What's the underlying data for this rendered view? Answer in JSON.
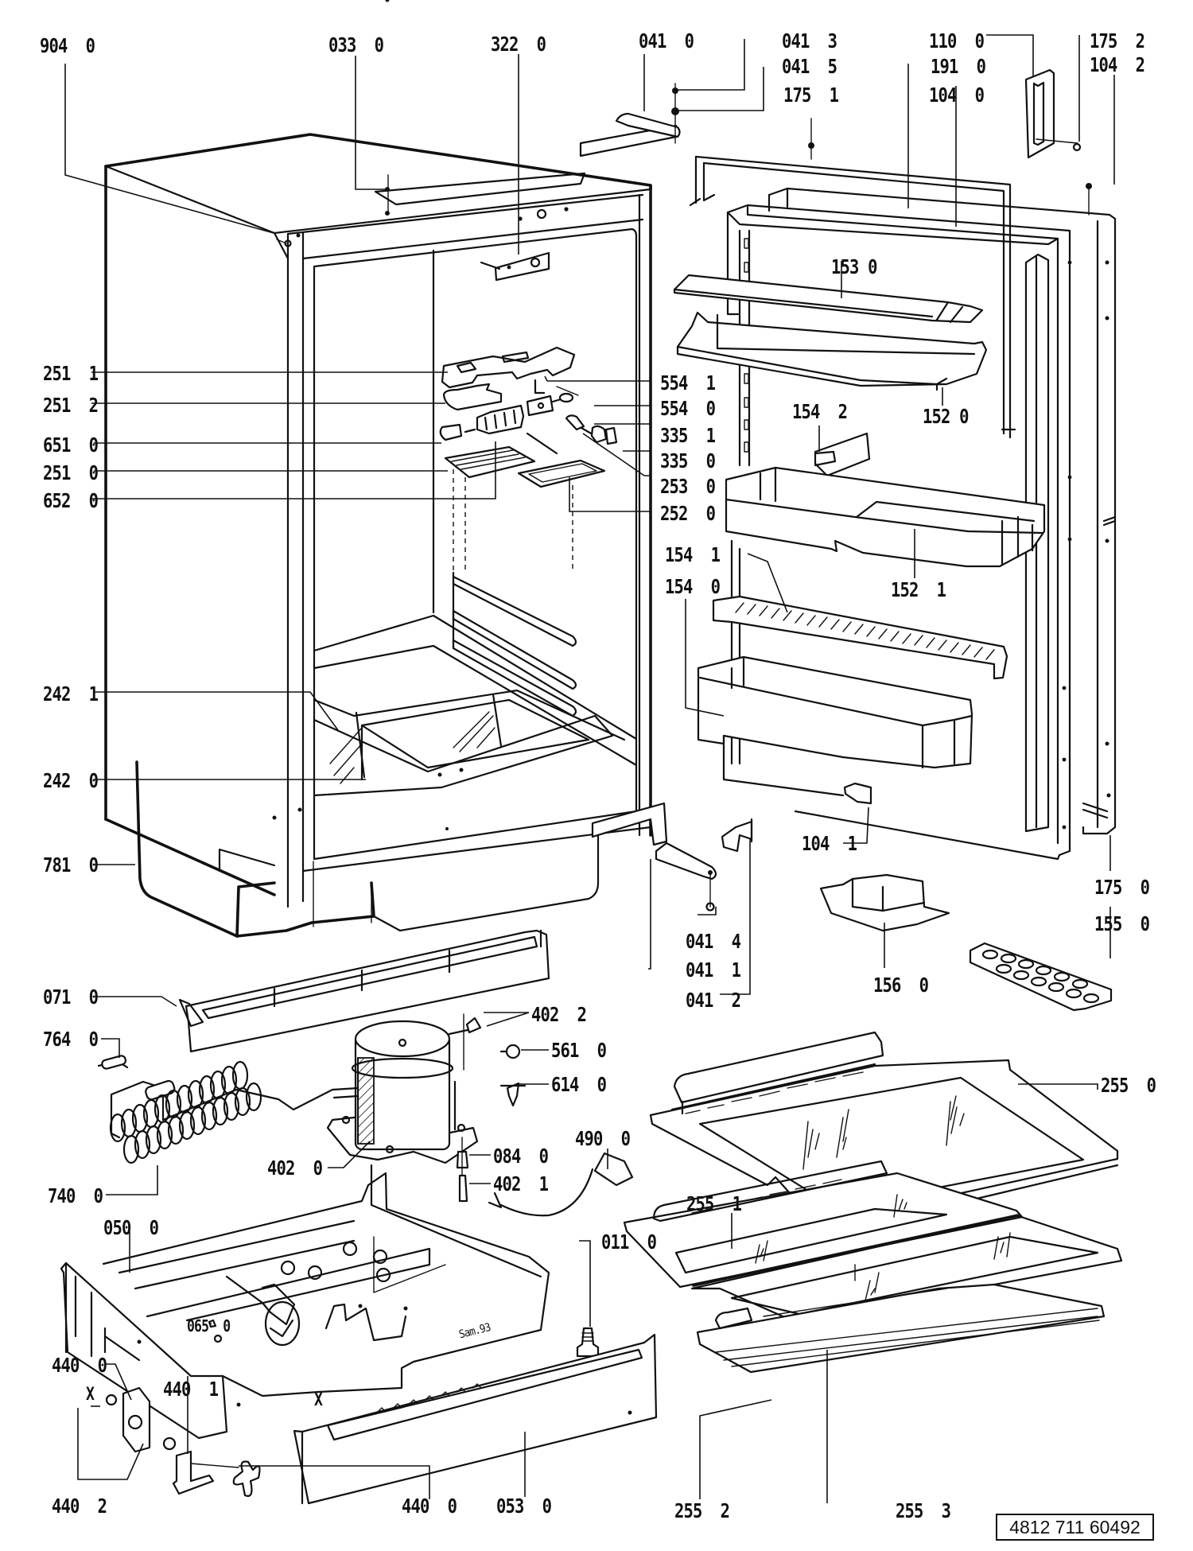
{
  "diagram": {
    "title": "Refrigerator exploded parts view",
    "document_number": "4812 711 60492",
    "draw_note": "Sam.93",
    "cross_marks": [
      "X",
      "X"
    ],
    "callouts": [
      {
        "id": "904-0",
        "text": "904  0"
      },
      {
        "id": "033-0",
        "text": "033  0"
      },
      {
        "id": "322-0",
        "text": "322  0"
      },
      {
        "id": "041-0",
        "text": "041  0"
      },
      {
        "id": "041-3",
        "text": "041  3"
      },
      {
        "id": "041-5",
        "text": "041  5"
      },
      {
        "id": "175-1",
        "text": "175  1"
      },
      {
        "id": "110-0",
        "text": "110  0"
      },
      {
        "id": "191-0",
        "text": "191  0"
      },
      {
        "id": "104-0",
        "text": "104  0"
      },
      {
        "id": "175-2",
        "text": "175  2"
      },
      {
        "id": "104-2",
        "text": "104  2"
      },
      {
        "id": "153-0",
        "text": "153 0"
      },
      {
        "id": "152-0",
        "text": "152 0"
      },
      {
        "id": "251-1",
        "text": "251  1"
      },
      {
        "id": "251-2",
        "text": "251  2"
      },
      {
        "id": "651-0",
        "text": "651  0"
      },
      {
        "id": "251-0",
        "text": "251  0"
      },
      {
        "id": "652-0",
        "text": "652  0"
      },
      {
        "id": "554-1",
        "text": "554  1"
      },
      {
        "id": "554-0",
        "text": "554  0"
      },
      {
        "id": "335-1",
        "text": "335  1"
      },
      {
        "id": "335-0",
        "text": "335  0"
      },
      {
        "id": "253-0",
        "text": "253  0"
      },
      {
        "id": "252-0",
        "text": "252  0"
      },
      {
        "id": "154-2",
        "text": "154  2"
      },
      {
        "id": "152-1",
        "text": "152  1"
      },
      {
        "id": "154-1",
        "text": "154  1"
      },
      {
        "id": "154-0",
        "text": "154  0"
      },
      {
        "id": "242-1",
        "text": "242  1"
      },
      {
        "id": "242-0",
        "text": "242  0"
      },
      {
        "id": "781-0",
        "text": "781  0"
      },
      {
        "id": "104-1",
        "text": "104  1"
      },
      {
        "id": "175-0",
        "text": "175  0"
      },
      {
        "id": "155-0",
        "text": "155  0"
      },
      {
        "id": "156-0",
        "text": "156  0"
      },
      {
        "id": "041-4",
        "text": "041  4"
      },
      {
        "id": "041-1",
        "text": "041  1"
      },
      {
        "id": "041-2",
        "text": "041  2"
      },
      {
        "id": "071-0",
        "text": "071  0"
      },
      {
        "id": "402-2",
        "text": "402  2"
      },
      {
        "id": "764-0",
        "text": "764  0"
      },
      {
        "id": "561-0",
        "text": "561  0"
      },
      {
        "id": "614-0",
        "text": "614  0"
      },
      {
        "id": "255-0",
        "text": "255  0"
      },
      {
        "id": "402-0",
        "text": "402  0"
      },
      {
        "id": "084-0",
        "text": "084  0"
      },
      {
        "id": "490-0",
        "text": "490  0"
      },
      {
        "id": "402-1",
        "text": "402  1"
      },
      {
        "id": "740-0",
        "text": "740  0"
      },
      {
        "id": "255-1",
        "text": "255  1"
      },
      {
        "id": "050-0",
        "text": "050  0"
      },
      {
        "id": "011-0",
        "text": "011  0"
      },
      {
        "id": "065-0",
        "text": "065  0"
      },
      {
        "id": "440-0a",
        "text": "440  0"
      },
      {
        "id": "440-1",
        "text": "440  1"
      },
      {
        "id": "440-2",
        "text": "440  2"
      },
      {
        "id": "440-0b",
        "text": "440  0"
      },
      {
        "id": "053-0",
        "text": "053  0"
      },
      {
        "id": "255-2",
        "text": "255  2"
      },
      {
        "id": "255-3",
        "text": "255  3"
      }
    ]
  }
}
